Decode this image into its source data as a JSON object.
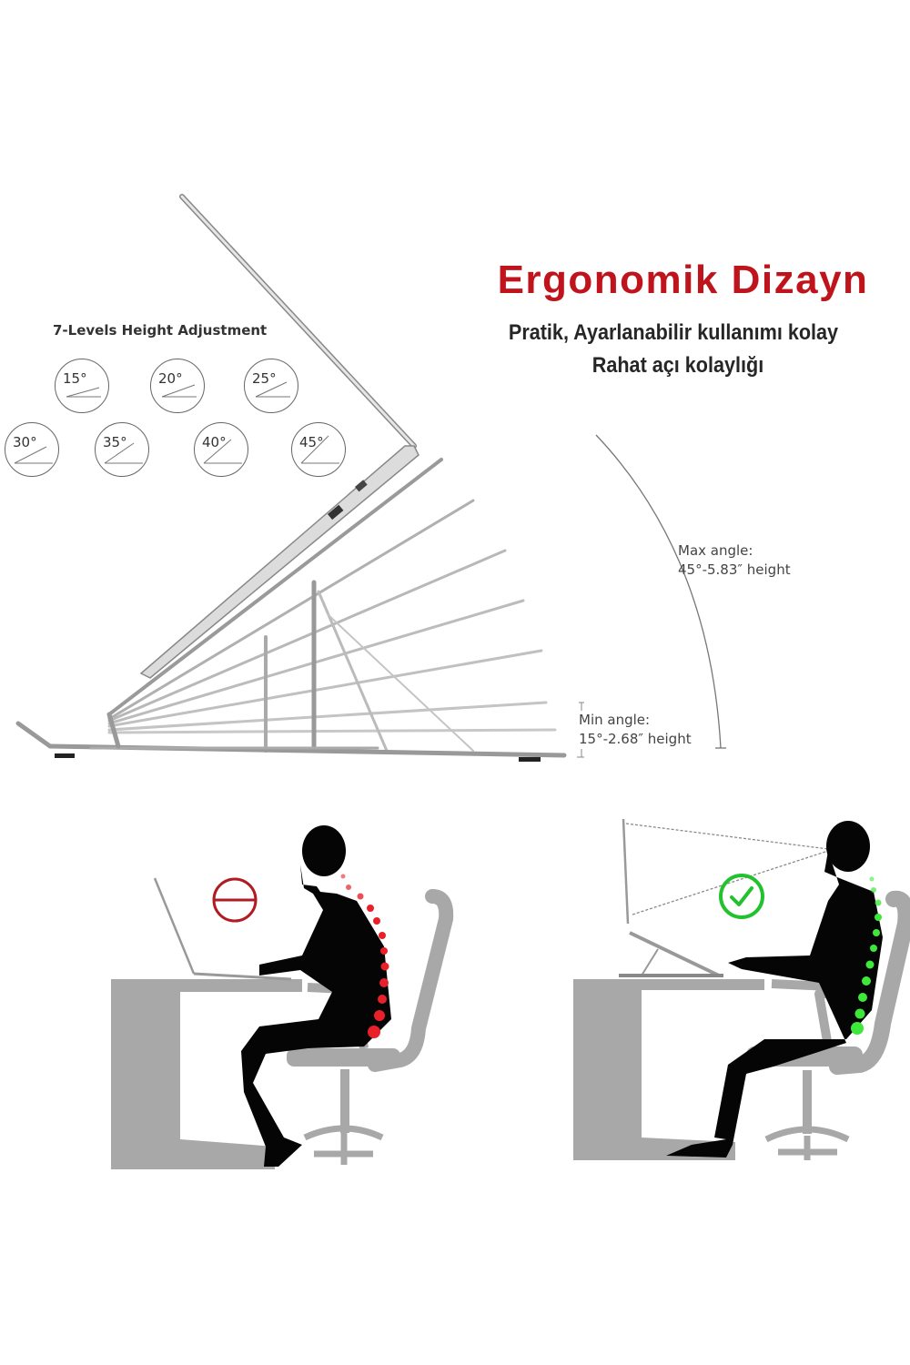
{
  "header": {
    "title": "Ergonomik Dizayn",
    "subtitle_line1": "Pratik, Ayarlanabilir kullanımı kolay",
    "subtitle_line2": "Rahat açı kolaylığı"
  },
  "height_adjustment": {
    "title": "7-Levels Height Adjustment",
    "levels": [
      {
        "label": "15°",
        "angle": 15
      },
      {
        "label": "20°",
        "angle": 20
      },
      {
        "label": "25°",
        "angle": 25
      },
      {
        "label": "30°",
        "angle": 30
      },
      {
        "label": "35°",
        "angle": 35
      },
      {
        "label": "40°",
        "angle": 40
      },
      {
        "label": "45°",
        "angle": 45
      }
    ]
  },
  "specs": {
    "max_label": "Max angle:",
    "max_value": "45°-5.83″   height",
    "min_label": "Min angle:",
    "min_value": "15°-2.68″   height"
  },
  "posture": {
    "bad": {
      "icon": "no-entry-icon",
      "color": "#b01c24"
    },
    "good": {
      "icon": "check-circle-icon",
      "color": "#22c22e"
    }
  },
  "colors": {
    "title_red": "#c0141c",
    "furniture_gray": "#a8a8a8",
    "silhouette": "#050505",
    "spine_red": "#e8202a",
    "spine_green": "#3ee83a"
  }
}
